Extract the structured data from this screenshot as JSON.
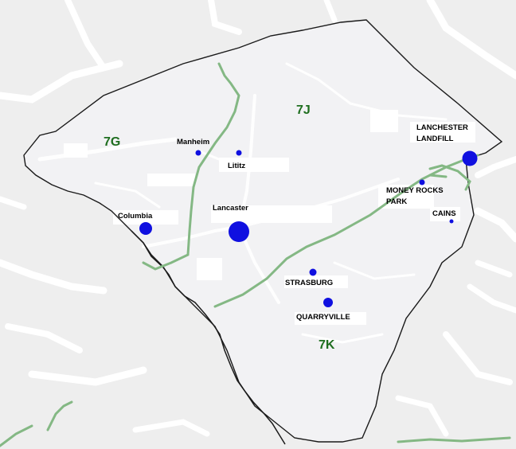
{
  "colors": {
    "background": "#eeeeee",
    "county_fill": "#f2f2f4",
    "county_border": "#1a1a1a",
    "zone_line": "#84b884",
    "zone_label": "#1f6e1f",
    "marker": "#1010e0",
    "road": "#ffffff",
    "label_box": "#ffffff"
  },
  "zones": [
    {
      "id": "7G",
      "label": "7G"
    },
    {
      "id": "7J",
      "label": "7J"
    },
    {
      "id": "7K",
      "label": "7K"
    }
  ],
  "places": [
    {
      "id": "manheim",
      "name": "Manheim",
      "marker": "small"
    },
    {
      "id": "lititz",
      "name": "Lititz",
      "marker": "small"
    },
    {
      "id": "lancaster",
      "name": "Lancaster",
      "marker": "large"
    },
    {
      "id": "columbia",
      "name": "Columbia",
      "marker": "medium"
    },
    {
      "id": "lanchester-landfill",
      "name_lines": [
        "LANCHESTER",
        "LANDFILL"
      ],
      "marker": "medium"
    },
    {
      "id": "money-rocks-park",
      "name_lines": [
        "MONEY ROCKS",
        "PARK"
      ],
      "marker": "small"
    },
    {
      "id": "cains",
      "name": "CAINS",
      "marker": "tiny"
    },
    {
      "id": "strasburg",
      "name": "STRASBURG",
      "marker": "small"
    },
    {
      "id": "quarryville",
      "name": "QUARRYVILLE",
      "marker": "medium"
    }
  ]
}
